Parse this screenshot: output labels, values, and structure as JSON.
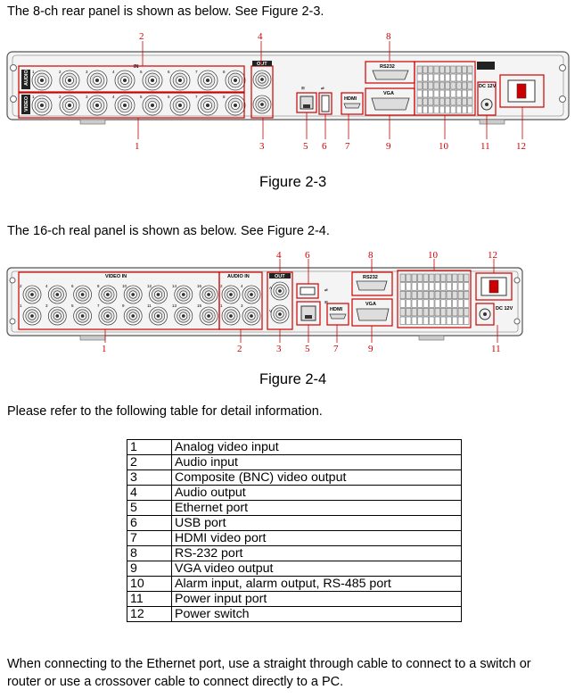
{
  "intro_8ch": "The 8-ch rear panel is shown as below. See Figure 2-3.",
  "figure_1": {
    "caption": "Figure 2-3",
    "callouts": [
      "1",
      "2",
      "3",
      "4",
      "5",
      "6",
      "7",
      "8",
      "9",
      "10",
      "11",
      "12"
    ],
    "panel_labels": {
      "in": "IN",
      "out": "OUT",
      "audio": "AUDIO",
      "video": "VIDEO",
      "rs232": "RS232",
      "hdmi": "HDMI",
      "vga": "VGA",
      "dc12v": "DC 12V",
      "ch_top": [
        "1",
        "2",
        "3",
        "4",
        "5",
        "6",
        "7",
        "8"
      ],
      "ch_bottom": [
        "1",
        "2",
        "3",
        "4",
        "5",
        "6",
        "7",
        "8"
      ]
    }
  },
  "intro_16ch": "The 16-ch real panel is shown as below. See Figure 2-4.",
  "figure_2": {
    "caption": "Figure 2-4",
    "callouts": [
      "1",
      "2",
      "3",
      "4",
      "5",
      "6",
      "7",
      "8",
      "9",
      "10",
      "11",
      "12"
    ],
    "panel_labels": {
      "video_in": "VIDEO IN",
      "audio_in": "AUDIO IN",
      "out": "OUT",
      "rs232": "RS232",
      "hdmi": "HDMI",
      "vga": "VGA",
      "dc12v": "DC 12V",
      "a": "A",
      "v": "V",
      "ch_top": [
        "2",
        "4",
        "6",
        "8",
        "10",
        "12",
        "14",
        "16"
      ],
      "ch_bottom": [
        "1",
        "3",
        "5",
        "7",
        "9",
        "11",
        "13",
        "15"
      ],
      "audio_top": [
        "2",
        "4"
      ],
      "audio_bottom": [
        "1",
        "3"
      ]
    }
  },
  "refer_text": "Please refer to the following table for detail information.",
  "table": {
    "rows": [
      {
        "num": "1",
        "desc": "Analog video input"
      },
      {
        "num": "2",
        "desc": "Audio input"
      },
      {
        "num": "3",
        "desc": "Composite (BNC) video output"
      },
      {
        "num": "4",
        "desc": "Audio output"
      },
      {
        "num": "5",
        "desc": "Ethernet port"
      },
      {
        "num": "6",
        "desc": "USB port"
      },
      {
        "num": "7",
        "desc": "HDMI video port"
      },
      {
        "num": "8",
        "desc": "RS-232 port"
      },
      {
        "num": "9",
        "desc": "VGA video output"
      },
      {
        "num": "10",
        "desc": "Alarm input, alarm output, RS-485 port"
      },
      {
        "num": "11",
        "desc": "Power input port"
      },
      {
        "num": "12",
        "desc": "Power switch"
      }
    ]
  },
  "footer_line1": "When connecting to the Ethernet port, use a straight through cable to connect to a switch or",
  "footer_line2": "router or use a crossover cable to connect directly to a PC."
}
